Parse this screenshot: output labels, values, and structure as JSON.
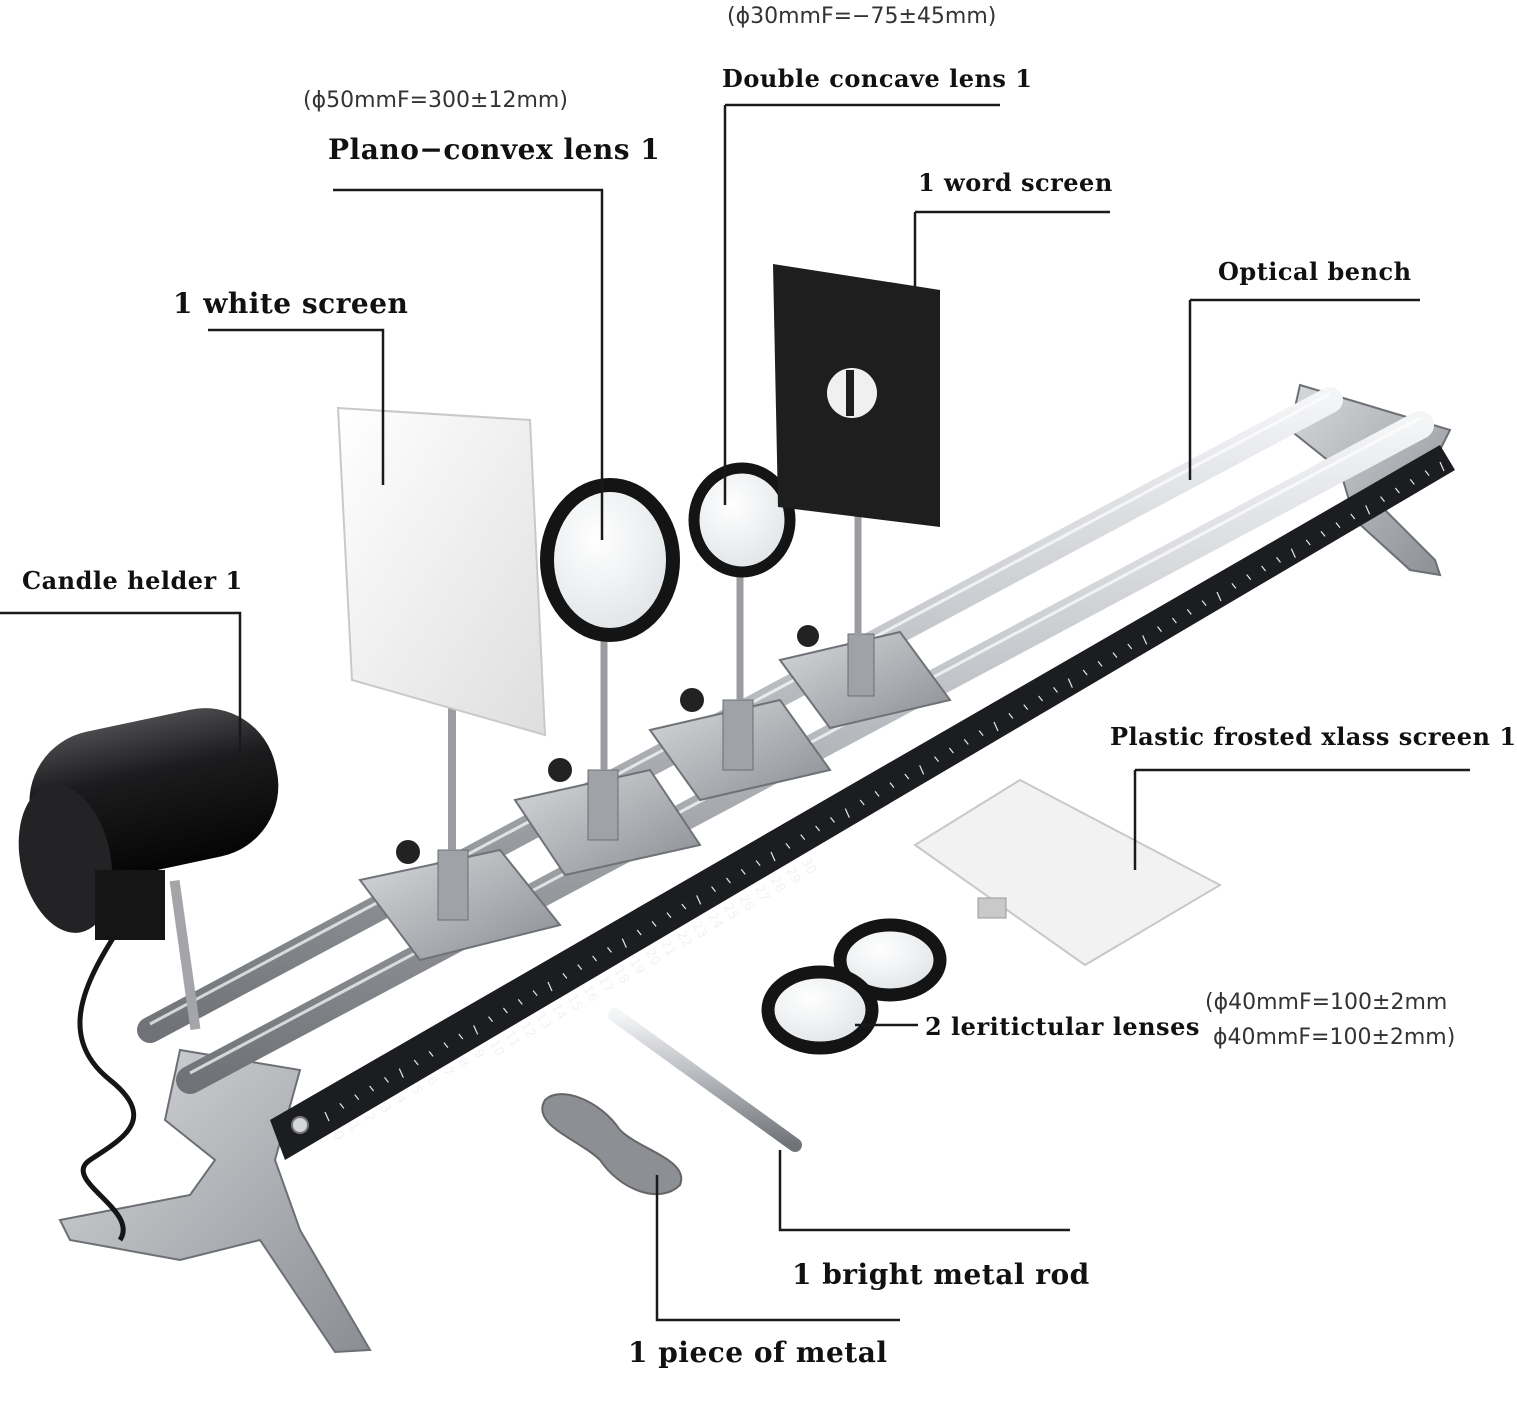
{
  "labels": {
    "spec_concave": "(ϕ30mmF=−75±45mm)",
    "double_concave": "Double concave lens 1",
    "spec_convex": "(ϕ50mmF=300±12mm)",
    "plano_convex": "Plano−convex lens 1",
    "word_screen": "1 word screen",
    "white_screen": "1 white screen",
    "optical_bench": "Optical bench",
    "candle_holder": "Candle helder 1",
    "frosted_screen": "Plastic frosted xlass screen 1",
    "spec_lens_a": "(ϕ40mmF=100±2mm",
    "spec_lens_b": "ϕ40mmF=100±2mm)",
    "lenticular": "2 leritictular lenses",
    "metal_rod": "1 bright metal rod",
    "metal_piece": "1 piece of metal"
  },
  "ruler": {
    "tick_labels": [
      "0",
      "1",
      "2",
      "3",
      "4",
      "5",
      "6",
      "7",
      "8",
      "9",
      "10",
      "11",
      "12",
      "13",
      "14",
      "15",
      "16",
      "17",
      "18",
      "19",
      "20",
      "21",
      "22",
      "23",
      "24",
      "25",
      "26",
      "27",
      "28",
      "29",
      "30"
    ]
  },
  "colors": {
    "steel": "#c9cbcf",
    "dark_steel": "#8e9196",
    "rail_black": "#1c1d21",
    "callout_line": "#1a1a1a",
    "screen_white": "#f1f1f1",
    "screen_black": "#1e1e1e"
  }
}
